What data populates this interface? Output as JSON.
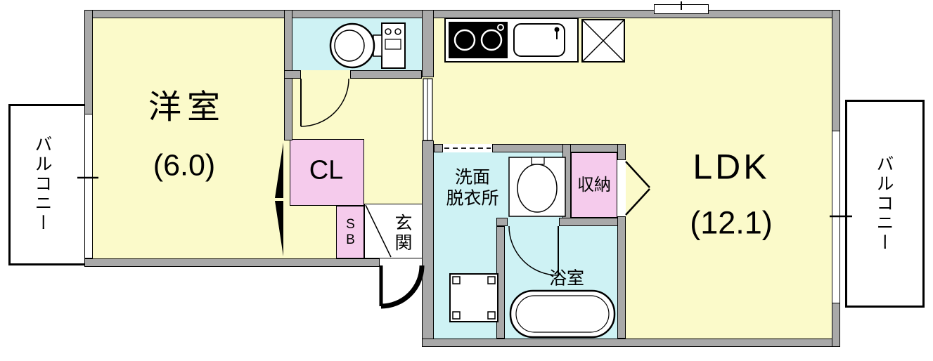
{
  "rooms": {
    "western": {
      "label": "洋室",
      "size": "(6.0)"
    },
    "ldk": {
      "label": "LDK",
      "size": "(12.1)"
    },
    "closet": {
      "label": "CL"
    },
    "shoebox": {
      "label": "SB"
    },
    "entrance": {
      "label": "玄関"
    },
    "washroom": {
      "label": "洗面\n脱衣所"
    },
    "storage": {
      "label": "収納"
    },
    "bath": {
      "label": "浴室"
    },
    "balcony_left": {
      "label": "バルコニー"
    },
    "balcony_right": {
      "label": "バルコニー"
    }
  },
  "colors": {
    "yellow": "#FBFACA",
    "cyan": "#CEF2F4",
    "pink": "#F5CBEC",
    "wall": "#A9A9A9",
    "white": "#FFFFFF",
    "outline": "#000000"
  }
}
